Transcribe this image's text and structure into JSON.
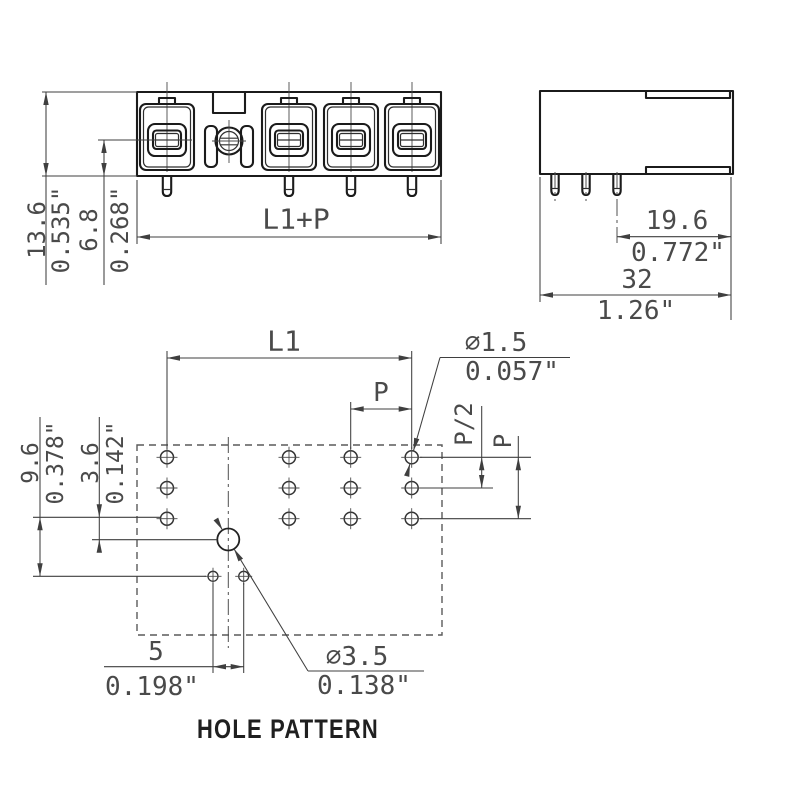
{
  "colors": {
    "background": "#ffffff",
    "object_lines": "#1b1b1b",
    "dimension_lines": "#3f3f3f",
    "text": "#4a4a4a"
  },
  "front_view": {
    "height_mm": "13.6",
    "height_in": "0.535\"",
    "inner_height_mm": "6.8",
    "inner_height_in": "0.268\"",
    "width_label": "L1+P"
  },
  "side_view": {
    "pin_to_edge_mm": "19.6",
    "pin_to_edge_in": "0.772\"",
    "depth_mm": "32",
    "depth_in": "1.26\""
  },
  "hole_pattern": {
    "title": "HOLE PATTERN",
    "length_label": "L1",
    "pitch_label": "P",
    "small_hole_dia_mm": "∅1.5",
    "small_hole_dia_in": "0.057\"",
    "half_pitch_label": "P/2",
    "vertical_pitch_label": "P",
    "row_span_mm": "9.6",
    "row_span_in": "0.378\"",
    "center_offset_mm": "3.6",
    "center_offset_in": "0.142\"",
    "pair_spacing_mm": "5",
    "pair_spacing_in": "0.198\"",
    "big_hole_dia_mm": "∅3.5",
    "big_hole_dia_in": "0.138\""
  }
}
